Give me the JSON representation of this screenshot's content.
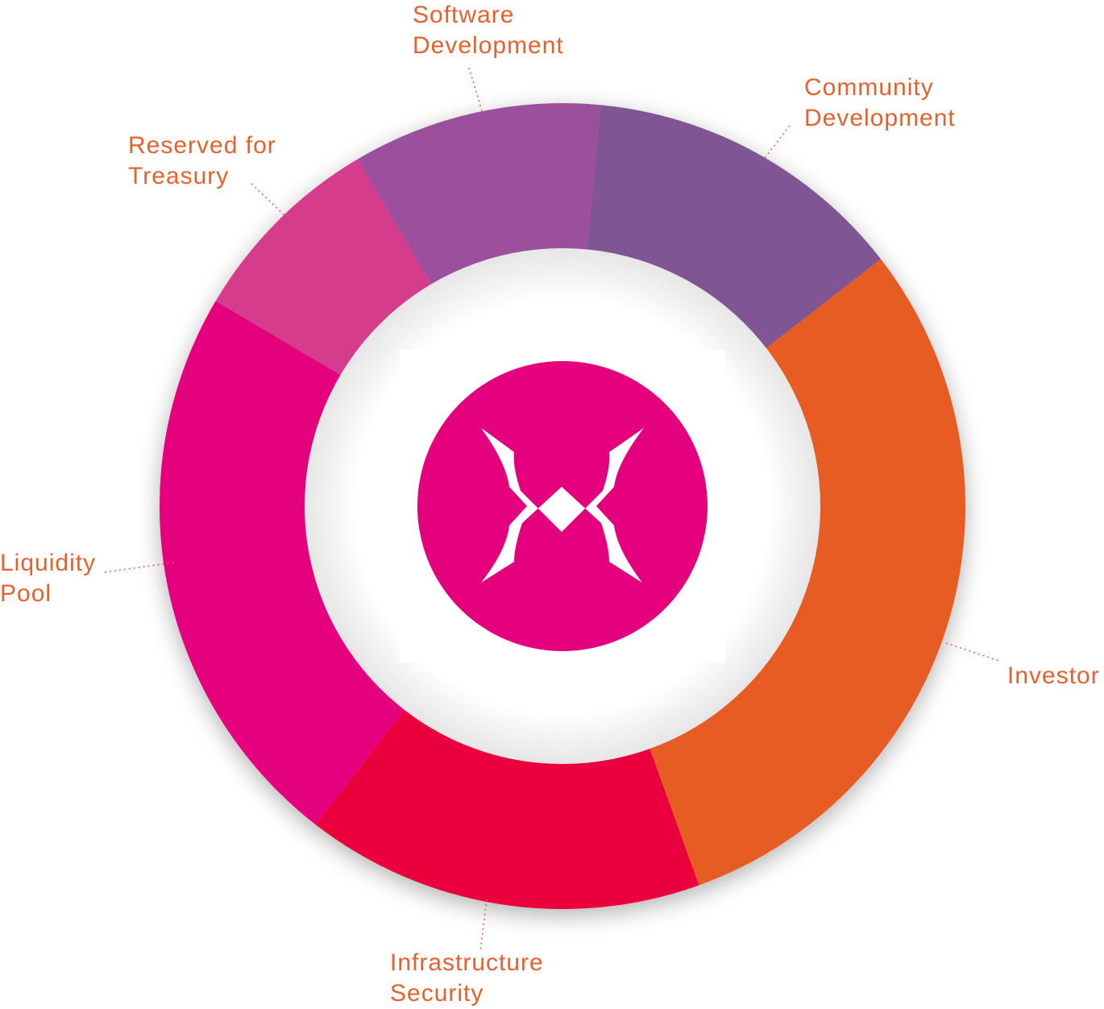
{
  "chart_data": {
    "type": "pie",
    "style": "donut",
    "title": "",
    "slices": [
      {
        "label": "Community Development",
        "value": 13,
        "color": "#7f5594"
      },
      {
        "label": "Investor",
        "value": 30,
        "color": "#e75b24"
      },
      {
        "label": "Infrastructure Security",
        "value": 16,
        "color": "#e9033c"
      },
      {
        "label": "Liquidity Pool",
        "value": 23,
        "color": "#e5007e"
      },
      {
        "label": "Reserved for Treasury",
        "value": 8,
        "color": "#d53c8c"
      },
      {
        "label": "Software Development",
        "value": 10,
        "color": "#9c4f9d"
      }
    ],
    "label_lines": {
      "community": [
        "Community",
        "Development"
      ],
      "investor": [
        "Investor"
      ],
      "infrastructure": [
        "Infrastructure",
        "Security"
      ],
      "liquidity": [
        "Liquidity",
        "Pool"
      ],
      "reserved": [
        "Reserved for",
        "Treasury"
      ],
      "software": [
        "Software",
        "Development"
      ]
    },
    "label_color": "#e8612c",
    "center_logo": {
      "icon": "x-logo-icon",
      "color": "#e5007e"
    }
  }
}
